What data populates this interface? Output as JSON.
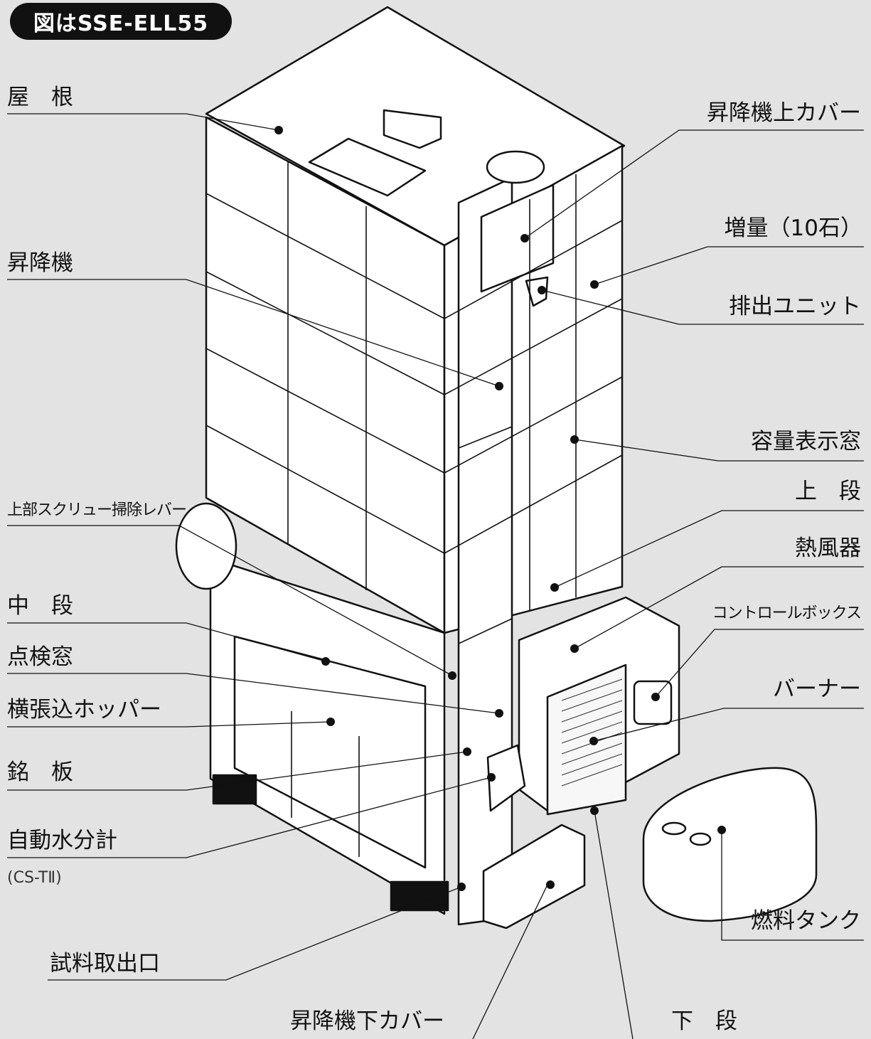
{
  "header": {
    "model_badge": "図はSSE-ELL55"
  },
  "labels": {
    "roof": "屋　根",
    "elevator_top_cover": "昇降機上カバー",
    "capacity_increase": "増量（10石）",
    "elevator": "昇降機",
    "discharge_unit": "排出ユニット",
    "capacity_window": "容量表示窓",
    "upper_screw_lever": "上部スクリュー掃除レバー",
    "upper_stage": "上　段",
    "hot_air_unit": "熱風器",
    "middle_stage": "中　段",
    "control_box": "コントロールボックス",
    "inspection_window": "点検窓",
    "burner": "バーナー",
    "side_hopper": "横張込ホッパー",
    "nameplate": "銘　板",
    "moisture_meter": "自動水分計",
    "moisture_meter_model": "(CS-TⅡ)",
    "fuel_tank": "燃料タンク",
    "sample_outlet": "試料取出口",
    "elevator_bottom_cover": "昇降機下カバー",
    "lower_stage": "下　段"
  }
}
